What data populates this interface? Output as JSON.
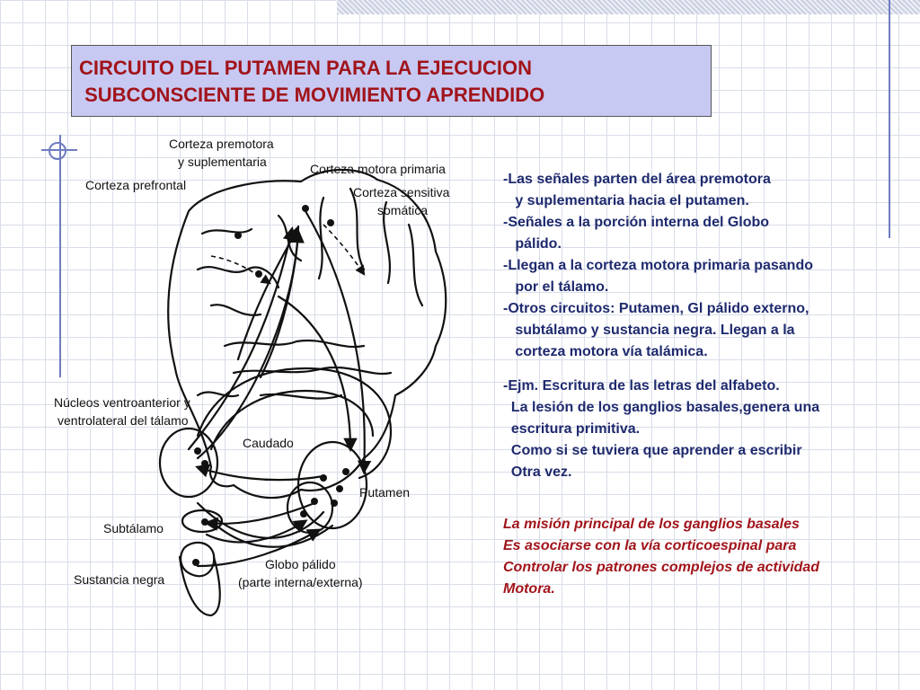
{
  "title": {
    "line1": "CIRCUITO DEL PUTAMEN PARA LA EJECUCION",
    "line2": " SUBCONSCIENTE DE MOVIMIENTO APRENDIDO"
  },
  "diagram": {
    "labels": {
      "premotora": "Corteza premotora",
      "suplementaria": "y suplementaria",
      "motora_primaria": "Corteza motora primaria",
      "prefrontal": "Corteza prefrontal",
      "sensitiva": "Corteza sensitiva",
      "somatica": "somática",
      "nucleos1": "Núcleos ventroanterior y",
      "nucleos2": "ventrolateral del tálamo",
      "caudado": "Caudado",
      "putamen": "Putamen",
      "subtalamo": "Subtálamo",
      "sustancia_negra": "Sustancia negra",
      "globo_palido": "Globo pálido",
      "parte": "(parte interna/externa)"
    }
  },
  "notes": [
    "-Las señales parten del área premotora",
    "   y suplementaria hacia el putamen.",
    "-Señales a la porción interna del Globo",
    "   pálido.",
    "-Llegan a la corteza motora primaria pasando",
    "   por el tálamo.",
    "-Otros circuitos: Putamen, Gl pálido externo,",
    "   subtálamo y sustancia negra. Llegan a la",
    "   corteza motora vía talámica.",
    "",
    "-Ejm. Escritura de las letras del alfabeto.",
    "  La lesión de los ganglios basales,genera una",
    "  escritura primitiva.",
    "  Como si se tuviera que aprender a escribir",
    "  Otra vez."
  ],
  "mission": [
    "La misión principal de los ganglios basales",
    "Es asociarse con la vía corticoespinal para",
    "Controlar los patrones complejos de actividad",
    "Motora."
  ]
}
